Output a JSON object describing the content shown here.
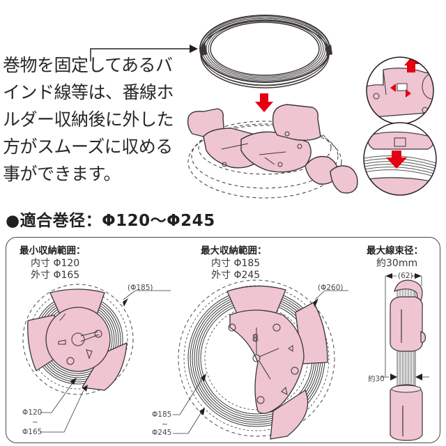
{
  "intro": {
    "text": "巻物を固定してあるバ\nインド線等は、番線ホ\nルダー収納後に外した\n方がスムーズに収める\n事ができます。"
  },
  "spec_heading": "●適合巻径：Φ120～Φ245",
  "panel": {
    "min_range": {
      "title": "最小収納範囲：",
      "inner": "内寸 Φ120",
      "outer": "外寸 Φ165",
      "callout": "(Φ185)",
      "dim_top": "Φ120",
      "dim_tilde": "~",
      "dim_bottom": "Φ165"
    },
    "max_range": {
      "title": "最大収納範囲：",
      "inner": "内寸 Φ185",
      "outer": "外寸 Φ245",
      "callout": "(Φ260)",
      "dim_top": "Φ185",
      "dim_tilde": "~",
      "dim_bottom": "Φ245"
    },
    "bundle": {
      "title": "最大線束径：",
      "value": "約30mm",
      "width_label": "(62)",
      "diameter_label": "約30"
    }
  },
  "colors": {
    "holder_pink": "#eec5d1",
    "outline": "#3a3536",
    "arrow_red": "#e50012",
    "wire_gray": "#8c8c8c"
  }
}
